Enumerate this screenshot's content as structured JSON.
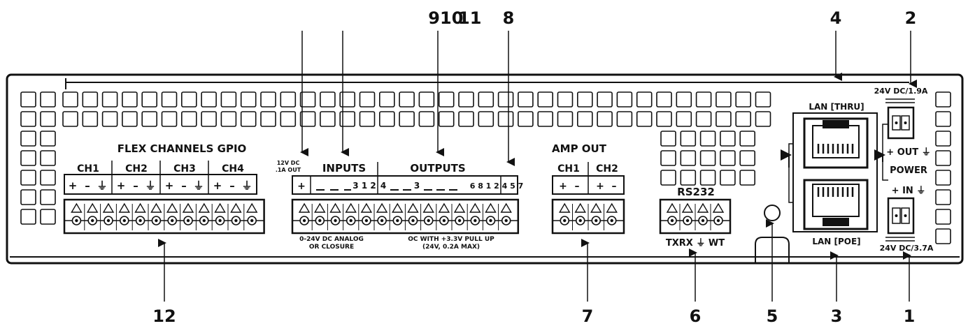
{
  "callouts": {
    "c1": "1",
    "c2": "2",
    "c3": "3",
    "c4": "4",
    "c5": "5",
    "c6": "6",
    "c7": "7",
    "c8": "8",
    "c9": "9",
    "c10": "10",
    "c11": "11",
    "c12": "12"
  },
  "flex": {
    "title": "FLEX CHANNELS GPIO",
    "ch1": "CH1",
    "ch2": "CH2",
    "ch3": "CH3",
    "ch4": "CH4",
    "pins": [
      "+",
      "–",
      "⏚"
    ]
  },
  "gpio": {
    "supply_line1": "12V DC",
    "supply_line2": ".1A OUT",
    "inputs_title": "INPUTS",
    "outputs_title": "OUTPUTS",
    "plus": "+",
    "in_nums": "3 1 2",
    "out_1": "4",
    "out_3": "3",
    "out_nums": "6 8 1 2 4 5 7",
    "inputs_note1": "0-24V DC ANALOG",
    "inputs_note2": "OR CLOSURE",
    "outputs_note1": "OC WITH +3.3V PULL UP",
    "outputs_note2": "(24V, 0.2A MAX)"
  },
  "amp": {
    "title": "AMP OUT",
    "ch1": "CH1",
    "ch2": "CH2",
    "plus": "+",
    "minus": "–"
  },
  "rs232": {
    "title": "RS232",
    "pins": "TXRX ⏚ WT"
  },
  "lan": {
    "thru": "LAN [THRU]",
    "poe": "LAN [POE]"
  },
  "power": {
    "out_rating": "24V DC/1.9A",
    "out_label": "+ OUT ⏚",
    "title": "POWER",
    "in_label": "+ IN ⏚",
    "in_rating": "24V DC/3.7A"
  }
}
